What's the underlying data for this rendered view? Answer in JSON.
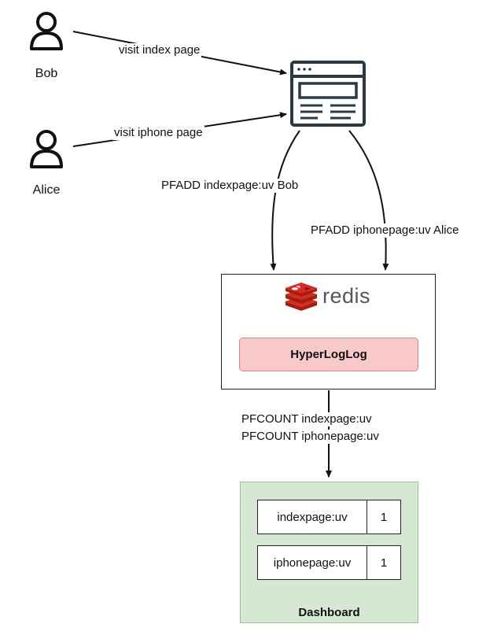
{
  "users": [
    {
      "name": "Bob"
    },
    {
      "name": "Alice"
    }
  ],
  "edges": {
    "bob_visit": "visit index page",
    "alice_visit": "visit iphone page",
    "pfadd_bob": "PFADD indexpage:uv Bob",
    "pfadd_alice": "PFADD iphonepage:uv Alice",
    "pfcount_line1": "PFCOUNT indexpage:uv",
    "pfcount_line2": "PFCOUNT iphonepage:uv"
  },
  "redis": {
    "brand": "redis",
    "component": "HyperLogLog"
  },
  "dashboard": {
    "title": "Dashboard",
    "rows": [
      {
        "key": "indexpage:uv",
        "value": "1"
      },
      {
        "key": "iphonepage:uv",
        "value": "1"
      }
    ]
  },
  "colors": {
    "hyperloglog_fill": "#f7c9c9",
    "dashboard_fill": "#d6e8d4",
    "redis_red": "#d82c20"
  }
}
